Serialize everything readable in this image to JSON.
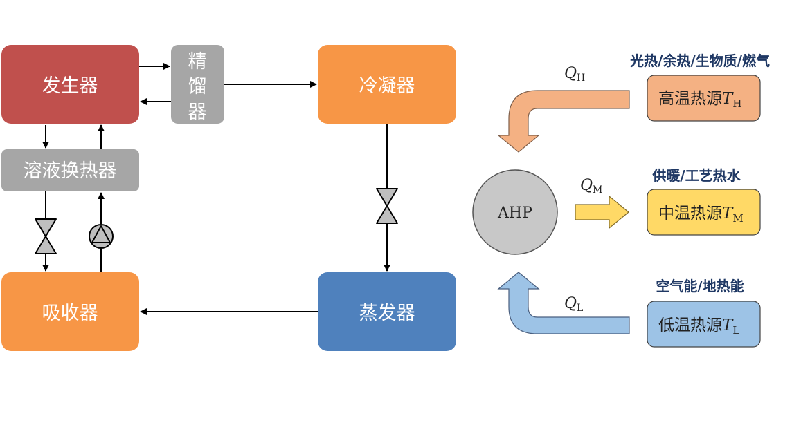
{
  "colors": {
    "generator": "#c0504d",
    "gray_unit": "#a6a6a6",
    "orange_unit": "#f79646",
    "evaporator": "#4f81bd",
    "high_source": "#f4b183",
    "mid_source": "#ffd966",
    "low_source": "#9dc3e6",
    "ahp": "#c8c8c8",
    "category_text": "#1f3864"
  },
  "cycle": {
    "generator": "发生器",
    "rectifier": [
      "精",
      "馏",
      "器"
    ],
    "condenser": "冷凝器",
    "solution_hx": "溶液换热器",
    "absorber": "吸收器",
    "evaporator": "蒸发器"
  },
  "heat_pump": {
    "center": "AHP",
    "high": {
      "category": "光热/余热/生物质/燃气",
      "source_text": "高温热源",
      "T_symbol": "T",
      "T_sub": "H",
      "Q_symbol": "Q",
      "Q_sub": "H"
    },
    "mid": {
      "category": "供暖/工艺热水",
      "source_text": "中温热源",
      "T_symbol": "T",
      "T_sub": "M",
      "Q_symbol": "Q",
      "Q_sub": "M"
    },
    "low": {
      "category": "空气能/地热能",
      "source_text": "低温热源",
      "T_symbol": "T",
      "T_sub": "L",
      "Q_symbol": "Q",
      "Q_sub": "L"
    }
  }
}
